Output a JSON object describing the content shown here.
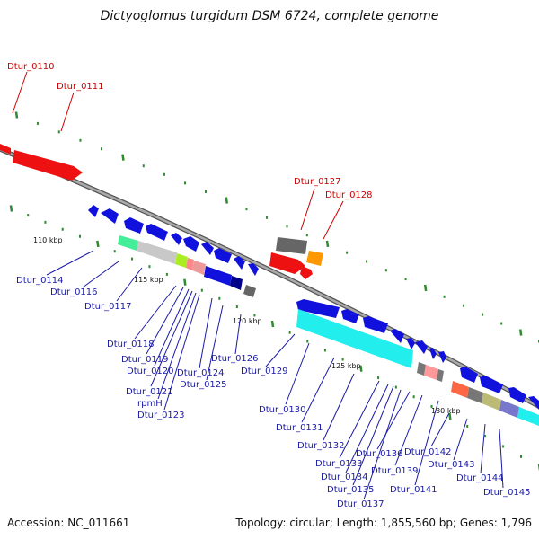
{
  "title": "Dictyoglomus turgidum DSM 6724, complete genome",
  "footer": {
    "accession": "Accession: NC_011661",
    "summary": "Topology: circular; Length: 1,855,560 bp; Genes: 1,796"
  },
  "scale_labels": [
    "110 kbp",
    "115 kbp",
    "120 kbp",
    "125 kbp",
    "130 kbp"
  ],
  "gene_labels": [
    {
      "name": "Dtur_0110",
      "color": "red"
    },
    {
      "name": "Dtur_0111",
      "color": "red"
    },
    {
      "name": "Dtur_0127",
      "color": "red"
    },
    {
      "name": "Dtur_0128",
      "color": "red"
    },
    {
      "name": "Dtur_0114",
      "color": "blue"
    },
    {
      "name": "Dtur_0116",
      "color": "blue"
    },
    {
      "name": "Dtur_0117",
      "color": "blue"
    },
    {
      "name": "Dtur_0118",
      "color": "blue"
    },
    {
      "name": "Dtur_0119",
      "color": "blue"
    },
    {
      "name": "Dtur_0120",
      "color": "blue"
    },
    {
      "name": "Dtur_0121",
      "color": "blue"
    },
    {
      "name": "rpmH",
      "color": "blue"
    },
    {
      "name": "Dtur_0123",
      "color": "blue"
    },
    {
      "name": "Dtur_0124",
      "color": "blue"
    },
    {
      "name": "Dtur_0125",
      "color": "blue"
    },
    {
      "name": "Dtur_0126",
      "color": "blue"
    },
    {
      "name": "Dtur_0129",
      "color": "blue"
    },
    {
      "name": "Dtur_0130",
      "color": "blue"
    },
    {
      "name": "Dtur_0131",
      "color": "blue"
    },
    {
      "name": "Dtur_0132",
      "color": "blue"
    },
    {
      "name": "Dtur_0133",
      "color": "blue"
    },
    {
      "name": "Dtur_0134",
      "color": "blue"
    },
    {
      "name": "Dtur_0135",
      "color": "blue"
    },
    {
      "name": "Dtur_0136",
      "color": "blue"
    },
    {
      "name": "Dtur_0137",
      "color": "blue"
    },
    {
      "name": "Dtur_0139",
      "color": "blue"
    },
    {
      "name": "Dtur_0141",
      "color": "blue"
    },
    {
      "name": "Dtur_0142",
      "color": "blue"
    },
    {
      "name": "Dtur_0143",
      "color": "blue"
    },
    {
      "name": "Dtur_0144",
      "color": "blue"
    },
    {
      "name": "Dtur_0145",
      "color": "blue"
    }
  ],
  "colors": {
    "backbone": "#888888",
    "tick": "#2e8b2e",
    "label_red": "#cc0000",
    "label_blue": "#1a1aa6",
    "gene_red": "#ee1111",
    "gene_blue": "#1111dd",
    "gene_cyan": "#22eeee",
    "gene_gray": "#777777",
    "gene_orange": "#ff9900",
    "gene_navy": "#000088"
  }
}
